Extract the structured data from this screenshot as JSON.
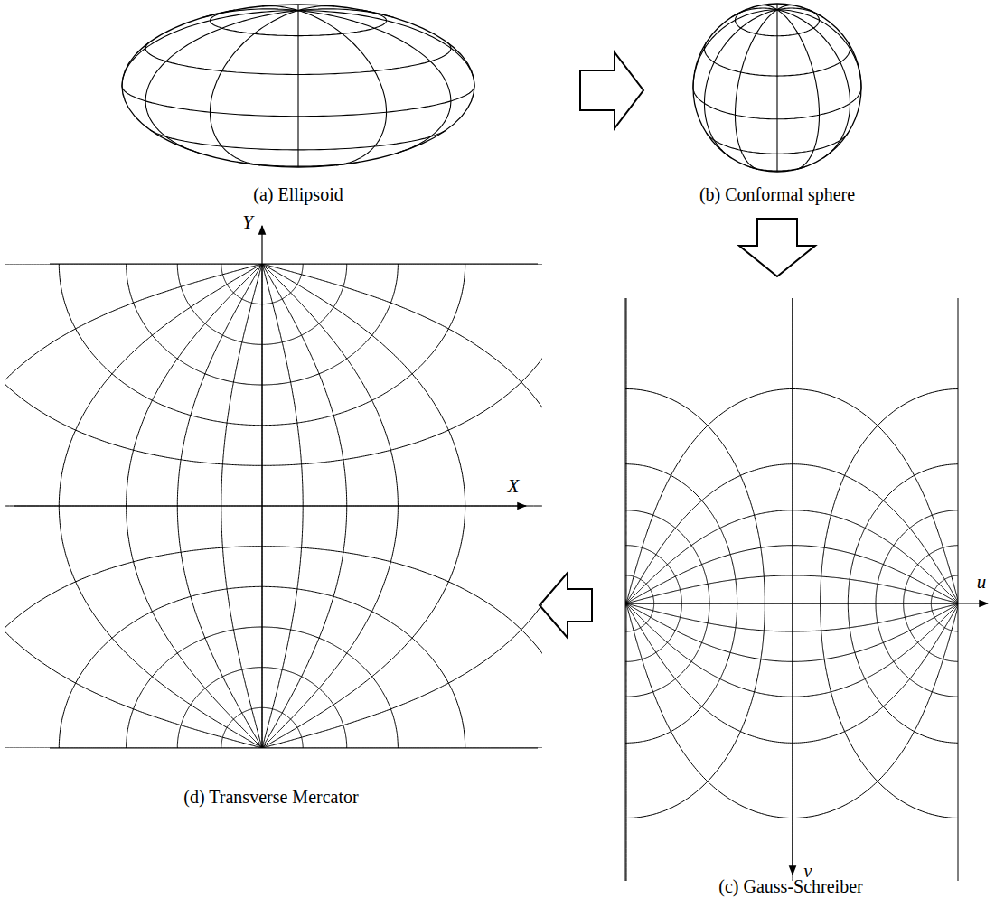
{
  "diagram": {
    "labels": [
      "(a) Ellipsoid",
      "(b) Conformal sphere",
      "Y",
      "X",
      "u",
      "v",
      "(d) Transverse Mercator",
      "(c) Gauss-Schreiber"
    ]
  }
}
